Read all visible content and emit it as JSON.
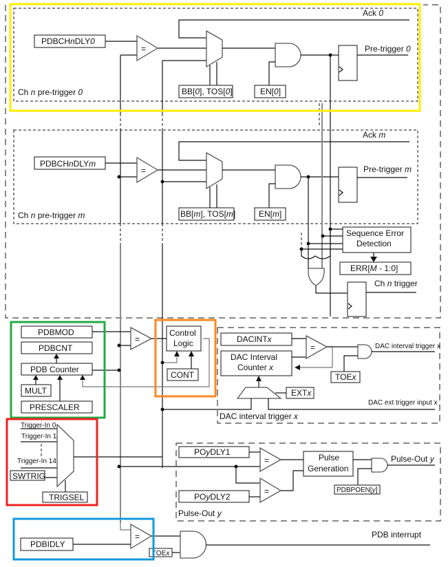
{
  "title": "PDB block diagram",
  "highlight_colors": {
    "pretrigger0": "#FFEE00",
    "counter": "#22AA44",
    "control": "#FF8822",
    "trigger_input": "#EE2222",
    "interrupt": "#1199DD"
  },
  "channel0": {
    "region_label_pre": "Ch ",
    "region_label_n": "n",
    "region_label_mid": " pre-trigger ",
    "region_label_idx": "0",
    "delay_pre": "PDBCH",
    "delay_n": "n",
    "delay_mid": "DLY",
    "delay_idx": "0",
    "comparator": "=",
    "bb_pre": "BB[",
    "bb_idx": "0",
    "bb_mid": "], TOS[",
    "bb_idx2": "0",
    "bb_end": "]",
    "en_pre": "EN[",
    "en_idx": "0",
    "en_end": "]",
    "ack_pre": "Ack ",
    "ack_idx": "0",
    "out_pre": "Pre-trigger ",
    "out_idx": "0"
  },
  "channelm": {
    "region_label_pre": "Ch ",
    "region_label_n": "n",
    "region_label_mid": " pre-trigger ",
    "region_label_idx": "m",
    "delay_pre": "PDBCH",
    "delay_n": "n",
    "delay_mid": "DLY",
    "delay_idx": "m",
    "comparator": "=",
    "bb_pre": "BB[",
    "bb_idx": "m",
    "bb_mid": "], TOS[",
    "bb_idx2": "m",
    "bb_end": "]",
    "en_pre": "EN[",
    "en_idx": "m",
    "en_end": "]",
    "ack_pre": "Ack ",
    "ack_idx": "m",
    "out_pre": "Pre-trigger ",
    "out_idx": "m"
  },
  "sequence": {
    "line1": "Sequence Error",
    "line2": "Detection",
    "err_pre": "ERR[",
    "err_m": "M",
    "err_end": " - 1:0]",
    "ch_trigger_pre": "Ch ",
    "ch_trigger_n": "n",
    "ch_trigger_end": " trigger"
  },
  "counter": {
    "pdbmod": "PDBMOD",
    "pdbcnt": "PDBCNT",
    "pdb_counter": "PDB Counter",
    "mult": "MULT",
    "prescaler": "PRESCALER",
    "comparator": "="
  },
  "control": {
    "line1": "Control",
    "line2": "Logic",
    "cont": "CONT"
  },
  "dac": {
    "dacint_pre": "DACINT",
    "dacint_x": "x",
    "counter_line1": "DAC Interval",
    "counter_line2_pre": "Counter ",
    "counter_line2_x": "x",
    "comparator": "=",
    "toe_pre": "TOE",
    "toe_x": "x",
    "ext_pre": "EXT",
    "ext_x": "x",
    "out_label": "DAC interval trigger x",
    "ext_input_label": "DAC ext trigger input x",
    "region_label_pre": "DAC interval trigger ",
    "region_label_x": "x"
  },
  "trigger_mux": {
    "inputs": [
      "Trigger-In 0",
      "Trigger-In 1",
      "Trigger-In 14"
    ],
    "swtrig": "SWTRIG",
    "trigsel": "TRIGSEL"
  },
  "pulse": {
    "dly1_pre": "PO",
    "dly1_y": "y",
    "dly1_end": "DLY1",
    "dly2_pre": "PO",
    "dly2_y": "y",
    "dly2_end": "DLY2",
    "gen_line1": "Pulse",
    "gen_line2": "Generation",
    "poen_pre": "PDBPOEN[",
    "poen_y": "y",
    "poen_end": "]",
    "out_pre": "Pulse-Out ",
    "out_y": "y",
    "region_pre": "Pulse-Out ",
    "region_y": "y",
    "comparator": "="
  },
  "interrupt": {
    "pdbidly": "PDBIDLY",
    "toe_pre": "TOE",
    "toe_x": "x",
    "out_label": "PDB interrupt",
    "comparator": "="
  }
}
